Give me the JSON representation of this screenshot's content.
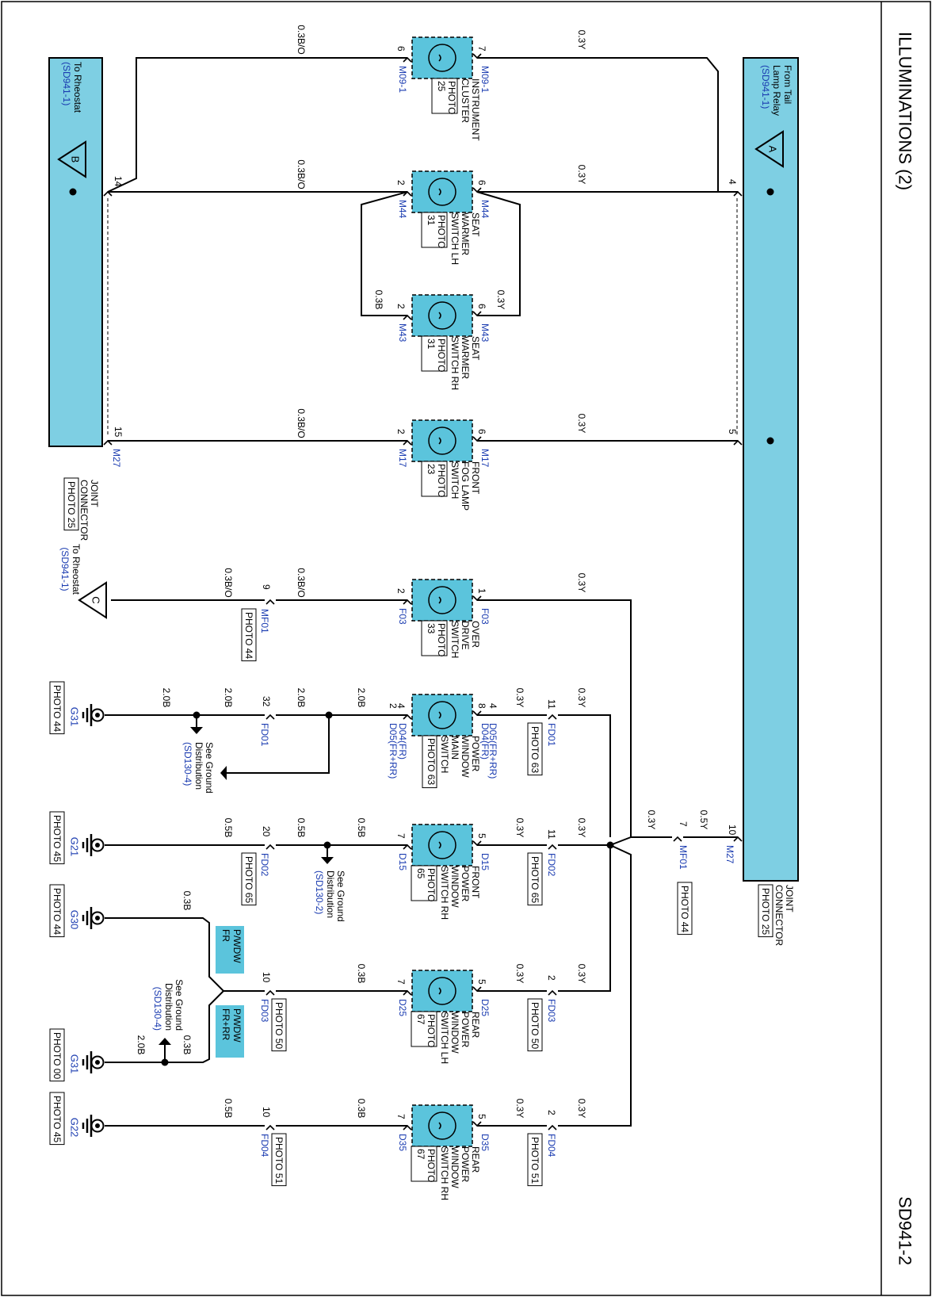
{
  "page": {
    "title": "ILLUMINATIONS (2)",
    "code": "SD941-2"
  },
  "colors": {
    "wire": "#000000",
    "connector_fill": "#7ecfe3",
    "switch_fill": "#5bc4dc",
    "ref_text": "#1a3bb0"
  },
  "blocks": {
    "rheostat": {
      "line1": "To Rheostat",
      "line2": "(SD941-1)",
      "marker": "B"
    },
    "tail_relay": {
      "line1": "From Tail",
      "line2": "Lamp Relay",
      "line3": "(SD941-1)",
      "marker": "A"
    },
    "jc_left": {
      "line1": "JOINT",
      "line2": "CONNECTOR",
      "photo": "PHOTO 25",
      "pin_top": "14",
      "pin_bottom": "15",
      "conn": "M27"
    },
    "jc_right": {
      "line1": "JOINT",
      "line2": "CONNECTOR",
      "photo": "PHOTO 25",
      "pin1": "4",
      "pin2": "5",
      "pin3": "10",
      "conn": "M27"
    }
  },
  "components": [
    {
      "id": "cluster",
      "lines": [
        "INSTRUMENT",
        "CLUSTER"
      ],
      "photo": [
        "PHOTO",
        "25"
      ],
      "top_pin": "7",
      "top_conn": "M09-1",
      "bot_pin": "6",
      "bot_conn": "M09-1"
    },
    {
      "id": "seat-lh",
      "lines": [
        "SEAT",
        "WARMER",
        "SWITCH LH"
      ],
      "photo": [
        "PHOTO",
        "31"
      ],
      "top_pin": "6",
      "top_conn": "M44",
      "bot_pin": "2",
      "bot_conn": "M44"
    },
    {
      "id": "seat-rh",
      "lines": [
        "SEAT",
        "WARMER",
        "SWITCH RH"
      ],
      "photo": [
        "PHOTO",
        "31"
      ],
      "top_pin": "6",
      "top_conn": "M43",
      "bot_pin": "2",
      "bot_conn": "M43"
    },
    {
      "id": "fog",
      "lines": [
        "FRONT",
        "FOG LAMP",
        "SWITCH"
      ],
      "photo": [
        "PHOTO",
        "23"
      ],
      "top_pin": "6",
      "top_conn": "M17",
      "bot_pin": "2",
      "bot_conn": "M17"
    },
    {
      "id": "od",
      "lines": [
        "OVER",
        "DRIVE",
        "SWITCH"
      ],
      "photo": [
        "PHOTO",
        "33"
      ],
      "top_pin": "1",
      "top_conn": "F03",
      "bot_pin": "2",
      "bot_conn": "F03"
    },
    {
      "id": "pw-main",
      "lines": [
        "POWER",
        "WINDOW",
        "MAIN",
        "SWITCH"
      ],
      "photo": [
        "PHOTO 63"
      ],
      "top_pin": "8",
      "top_conn": "D04(FR)",
      "top_pin2": "4",
      "top_conn2": "D05(FR+RR)",
      "bot_pin": "4",
      "bot_conn": "D04(FR)",
      "bot_pin2": "2",
      "bot_conn2": "D05(FR+RR)"
    },
    {
      "id": "fpw-rh",
      "lines": [
        "FRONT",
        "POWER",
        "WINDOW",
        "SWITCH RH"
      ],
      "photo": [
        "PHOTO",
        "65"
      ],
      "top_pin": "5",
      "top_conn": "D15",
      "bot_pin": "7",
      "bot_conn": "D15"
    },
    {
      "id": "rpw-lh",
      "lines": [
        "REAR",
        "POWER",
        "WINDOW",
        "SWITCH LH"
      ],
      "photo": [
        "PHOTO",
        "67"
      ],
      "top_pin": "5",
      "top_conn": "D25",
      "bot_pin": "7",
      "bot_conn": "D25"
    },
    {
      "id": "rpw-rh",
      "lines": [
        "REAR",
        "POWER",
        "WINDOW",
        "SWITCH RH"
      ],
      "photo": [
        "PHOTO",
        "67"
      ],
      "top_pin": "5",
      "top_conn": "D35",
      "bot_pin": "7",
      "bot_conn": "D35"
    }
  ],
  "wire_labels": {
    "y03": "0.3Y",
    "y05": "0.5Y",
    "bo03": "0.3B/O",
    "b03": "0.3B",
    "b05": "0.5B",
    "b20": "2.0B"
  },
  "connectors": {
    "mf01_top": {
      "pin": "7",
      "conn": "MF01",
      "photo": "PHOTO 44"
    },
    "mf01_bot": {
      "pin": "9",
      "conn": "MF01",
      "photo": "PHOTO 44"
    },
    "fd01_top": {
      "pin": "11",
      "conn": "FD01",
      "photo": "PHOTO 63"
    },
    "fd01_bot": {
      "pin": "32",
      "conn": "FD01"
    },
    "fd02_top": {
      "pin": "11",
      "conn": "FD02",
      "photo": "PHOTO 65"
    },
    "fd02_bot": {
      "pin": "20",
      "conn": "FD02",
      "photo": "PHOTO 65"
    },
    "fd03_top": {
      "pin": "2",
      "conn": "FD03",
      "photo": "PHOTO 50"
    },
    "fd03_bot": {
      "pin": "10",
      "conn": "FD03",
      "photo": "PHOTO 50"
    },
    "fd04_top": {
      "pin": "2",
      "conn": "FD04",
      "photo": "PHOTO 51"
    },
    "fd04_bot": {
      "pin": "10",
      "conn": "FD04",
      "photo": "PHOTO 51"
    }
  },
  "rheostat_c": {
    "line1": "To Rheostat",
    "line2": "(SD941-1)",
    "marker": "C"
  },
  "grounds": [
    {
      "id": "G31",
      "photo": "PHOTO 44"
    },
    {
      "id": "G21",
      "photo": "PHOTO 45"
    },
    {
      "id": "G30",
      "photo": "PHOTO 44"
    },
    {
      "id": "G31",
      "photo": "PHOTO 00"
    },
    {
      "id": "G22",
      "photo": "PHOTO 45"
    }
  ],
  "ground_refs": [
    {
      "l1": "See Ground",
      "l2": "Distribution",
      "l3": "(SD130-4)"
    },
    {
      "l1": "See Ground",
      "l2": "Distribution",
      "l3": "(SD130-2)"
    },
    {
      "l1": "See Ground",
      "l2": "Distribution",
      "l3": "(SD130-4)"
    }
  ],
  "option_tags": [
    {
      "l1": "P/WDW",
      "l2": "FR"
    },
    {
      "l1": "P/WDW",
      "l2": "FR+RR"
    }
  ]
}
